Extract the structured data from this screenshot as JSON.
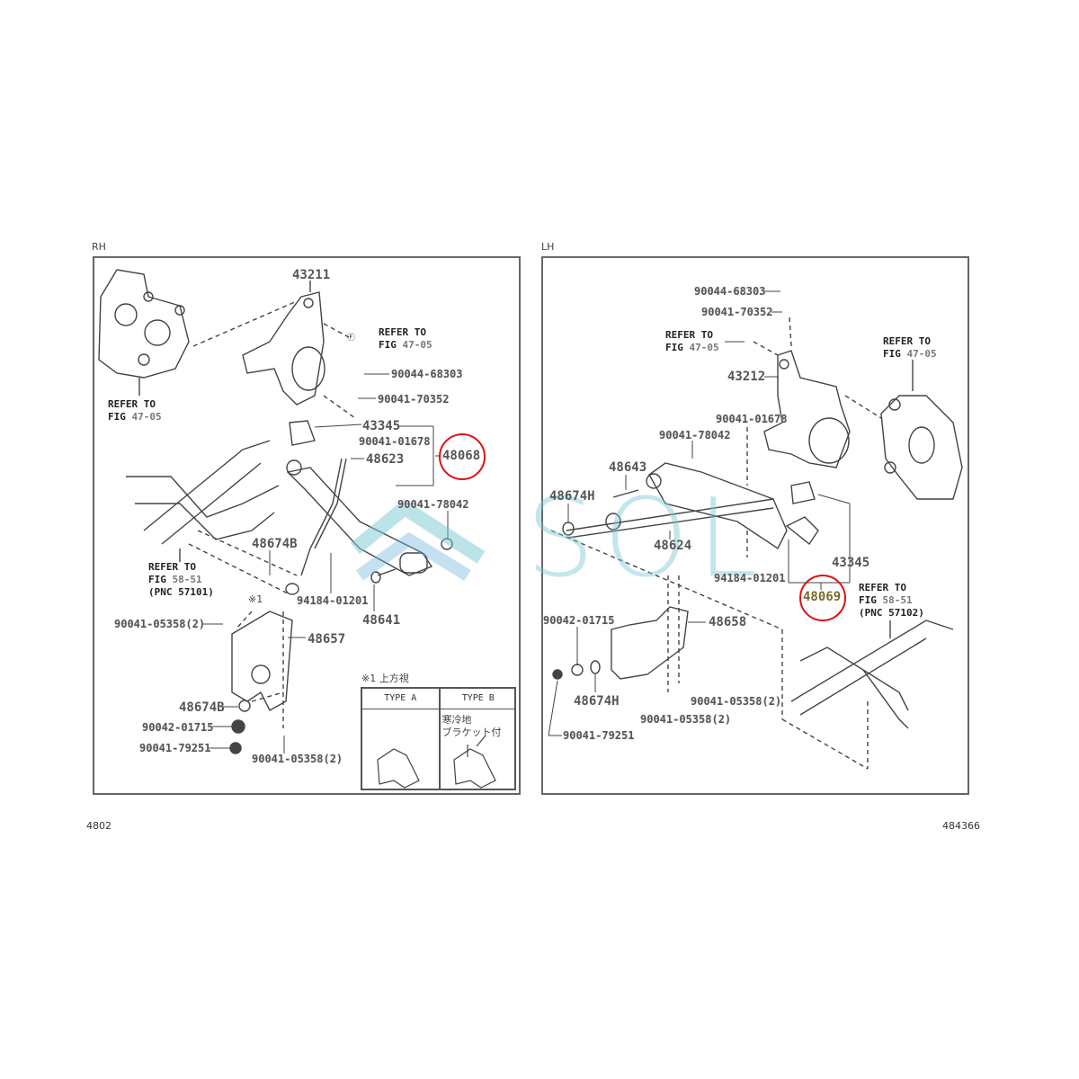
{
  "left_panel": {
    "side": "RH",
    "labels": {
      "p43211": "43211",
      "refer_knuckle_1": "REFER TO",
      "refer_knuckle_2a": "FIG ",
      "refer_knuckle_2b": "47-05",
      "refer_caliper_1": "REFER TO",
      "refer_caliper_2a": "FIG ",
      "refer_caliper_2b": "47-05",
      "p90044_68303": "90044-68303",
      "p90041_70352": "90041-70352",
      "p43345": "43345",
      "p90041_01678": "90041-01678",
      "p48623": "48623",
      "p48068": "48068",
      "p90041_78042": "90041-78042",
      "p48674B_top": "48674B",
      "refer_frame_1": "REFER TO",
      "refer_frame_2a": "FIG ",
      "refer_frame_2b": "58-51",
      "refer_frame_3": "(PNC 57101)",
      "p94184_01201": "94184-01201",
      "p48641": "48641",
      "note_mark": "※1",
      "p90041_05358_a": "90041-05358(2)",
      "p48657": "48657",
      "p48674B_bottom": "48674B",
      "p90042_01715": "90042-01715",
      "p90041_79251": "90041-79251",
      "p90041_05358_b": "90041-05358(2)"
    },
    "inset": {
      "title": "※1 上方視",
      "type_a": "TYPE A",
      "type_b": "TYPE B",
      "type_b_note_1": "寒冷地",
      "type_b_note_2": "ブラケット付"
    },
    "code": "4802"
  },
  "right_panel": {
    "side": "LH",
    "labels": {
      "p90044_68303": "90044-68303",
      "p90041_70352": "90041-70352",
      "refer_knuckle_1": "REFER TO",
      "refer_knuckle_2a": "FIG ",
      "refer_knuckle_2b": "47-05",
      "p43212": "43212",
      "refer_caliper_1": "REFER TO",
      "refer_caliper_2a": "FIG ",
      "refer_caliper_2b": "47-05",
      "p90041_01678": "90041-01678",
      "p90041_78042": "90041-78042",
      "p48643": "48643",
      "p48674H_top": "48674H",
      "p48624": "48624",
      "p94184_01201": "94184-01201",
      "p43345": "43345",
      "p48069": "48069",
      "refer_frame_1": "REFER TO",
      "refer_frame_2a": "FIG ",
      "refer_frame_2b": "58-51",
      "refer_frame_3": "(PNC 57102)",
      "p90042_01715": "90042-01715",
      "p48658": "48658",
      "p48674H_bottom": "48674H",
      "p90041_05358_a": "90041-05358(2)",
      "p90041_05358_b": "90041-05358(2)",
      "p90041_79251": "90041-79251"
    },
    "code": "484366"
  },
  "watermark": "SOL",
  "colors": {
    "highlight_circle": "#e01010",
    "watermark": "#78c8d2",
    "line": "#444444"
  }
}
